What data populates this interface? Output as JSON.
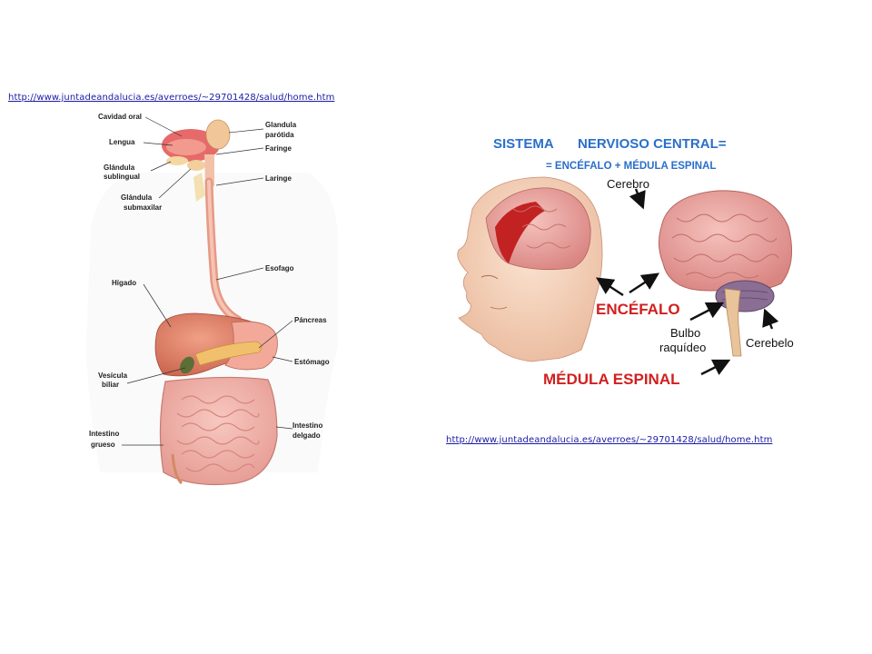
{
  "links": {
    "left": "http://www.juntadeandalucia.es/averroes/~29701428/salud/home.htm",
    "right": "http://www.juntadeandalucia.es/averroes/~29701428/salud/home.htm"
  },
  "digestive": {
    "cavidad_oral": "Cavidad oral",
    "lengua": "Lengua",
    "glandula_sublingual_1": "Glándula",
    "glandula_sublingual_2": "sublingual",
    "glandula_submaxilar_1": "Glándula",
    "glandula_submaxilar_2": "submaxilar",
    "higado": "Hígado",
    "vesicula_1": "Vesícula",
    "vesicula_2": "biliar",
    "intestino_grueso_1": "Intestino",
    "intestino_grueso_2": "grueso",
    "glandula_parotida_1": "Glandula",
    "glandula_parotida_2": "parótida",
    "faringe": "Faringe",
    "laringe": "Laringe",
    "esofago": "Esofago",
    "pancreas": "Páncreas",
    "estomago": "Estómago",
    "intestino_delgado_1": "Intestino",
    "intestino_delgado_2": "delgado"
  },
  "nervous": {
    "title_1": "SISTEMA",
    "title_2": "NERVIOSO CENTRAL=",
    "subtitle": "= ENCÉFALO + MÉDULA ESPINAL",
    "cerebro": "Cerebro",
    "encefalo": "ENCÉFALO",
    "bulbo_1": "Bulbo",
    "bulbo_2": "raquídeo",
    "cerebelo": "Cerebelo",
    "medula": "MÉDULA ESPINAL"
  }
}
